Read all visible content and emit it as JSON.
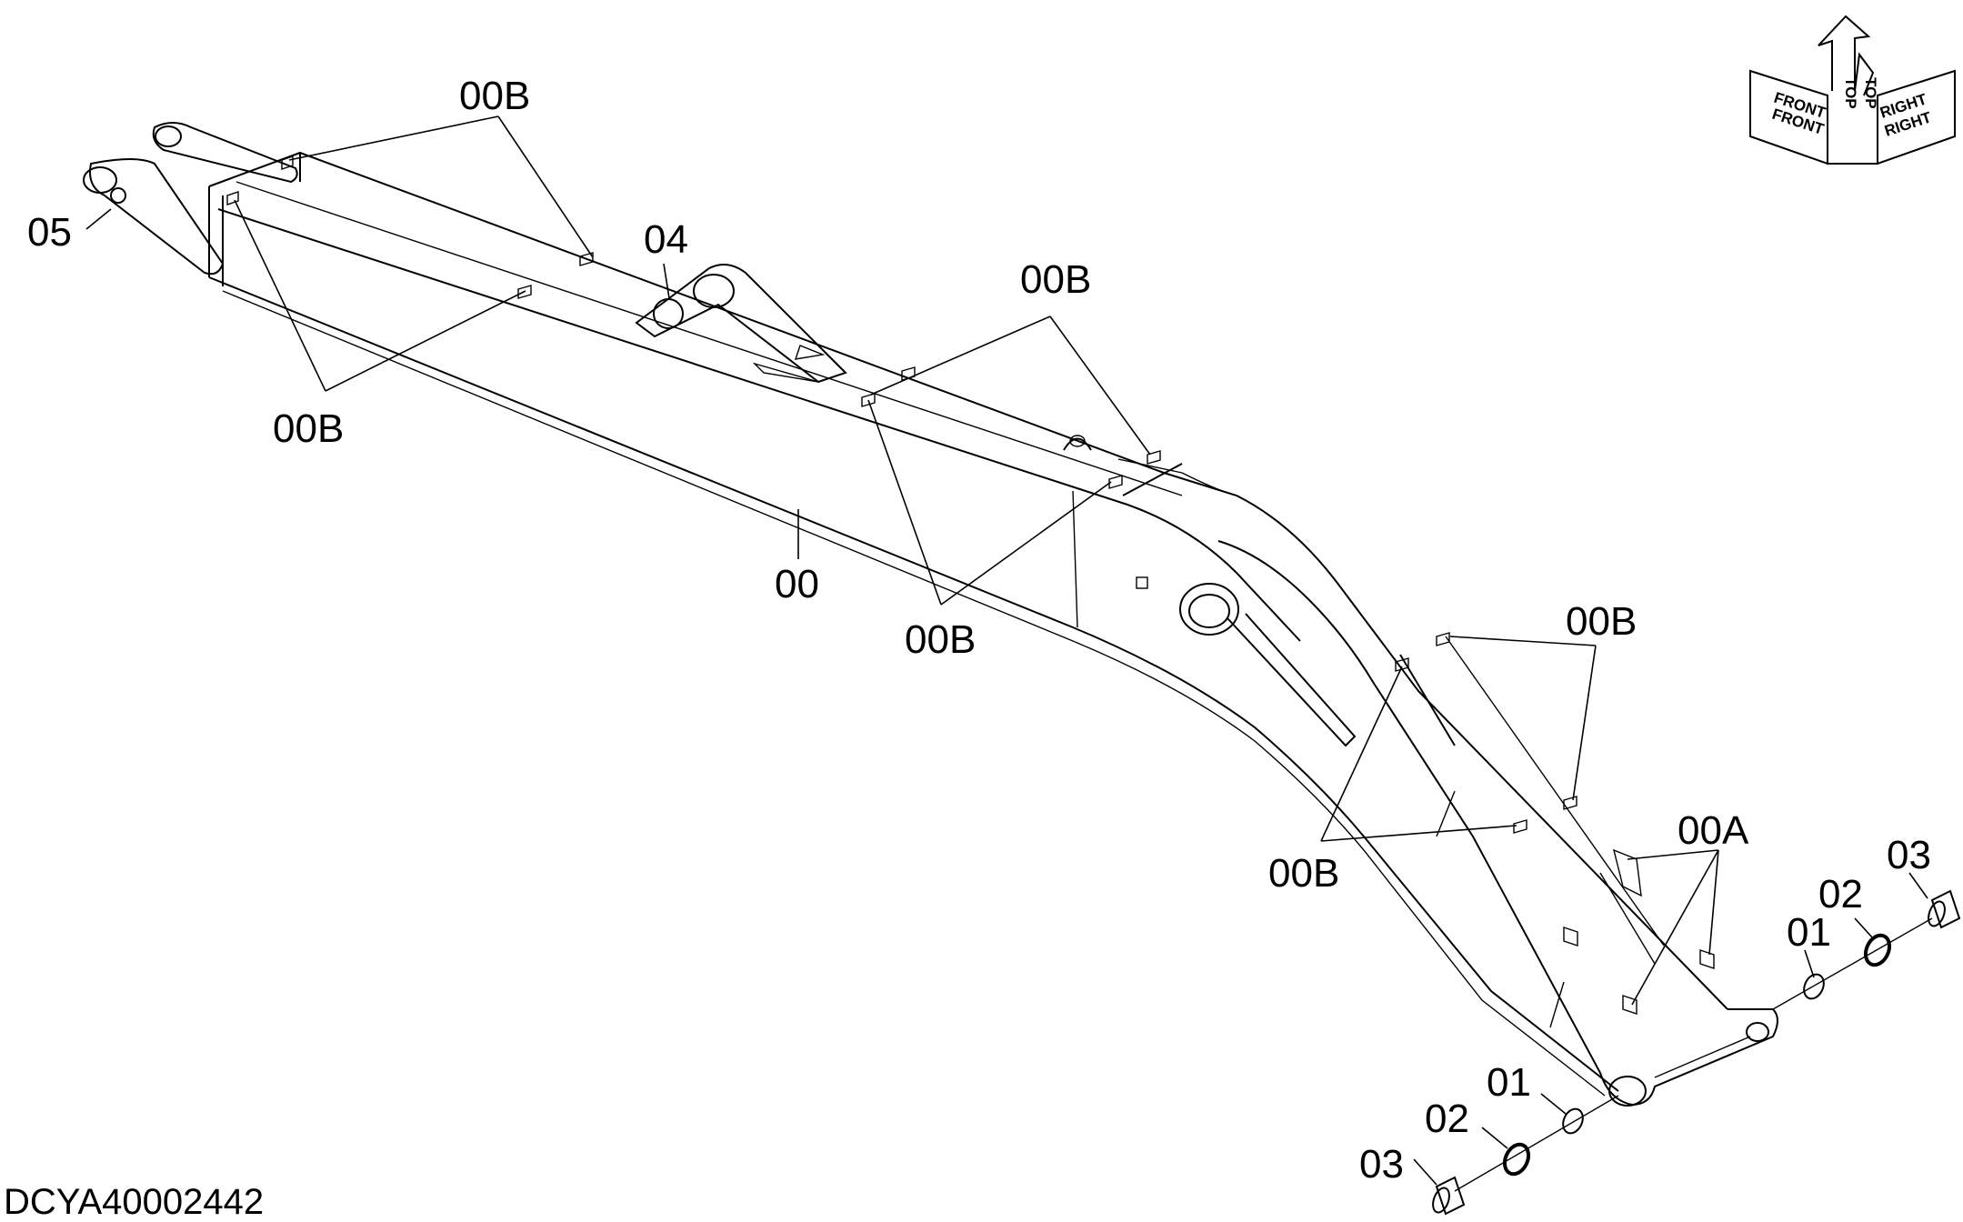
{
  "drawing": {
    "id": "DCYA40002442",
    "orientation_labels": {
      "front": "FRONT",
      "top": "TOP",
      "right": "RIGHT"
    }
  },
  "callouts": [
    {
      "key": "c05",
      "text": "05"
    },
    {
      "key": "c00b_top",
      "text": "00B"
    },
    {
      "key": "c04",
      "text": "04"
    },
    {
      "key": "c00b_left",
      "text": "00B"
    },
    {
      "key": "c00b_mid",
      "text": "00B"
    },
    {
      "key": "c00",
      "text": "00"
    },
    {
      "key": "c00b_center",
      "text": "00B"
    },
    {
      "key": "c00b_right",
      "text": "00B"
    },
    {
      "key": "c00b_lower",
      "text": "00B"
    },
    {
      "key": "c00a",
      "text": "00A"
    },
    {
      "key": "c01_upper",
      "text": "01"
    },
    {
      "key": "c02_upper",
      "text": "02"
    },
    {
      "key": "c03_upper",
      "text": "03"
    },
    {
      "key": "c01_lower",
      "text": "01"
    },
    {
      "key": "c02_lower",
      "text": "02"
    },
    {
      "key": "c03_lower",
      "text": "03"
    }
  ]
}
